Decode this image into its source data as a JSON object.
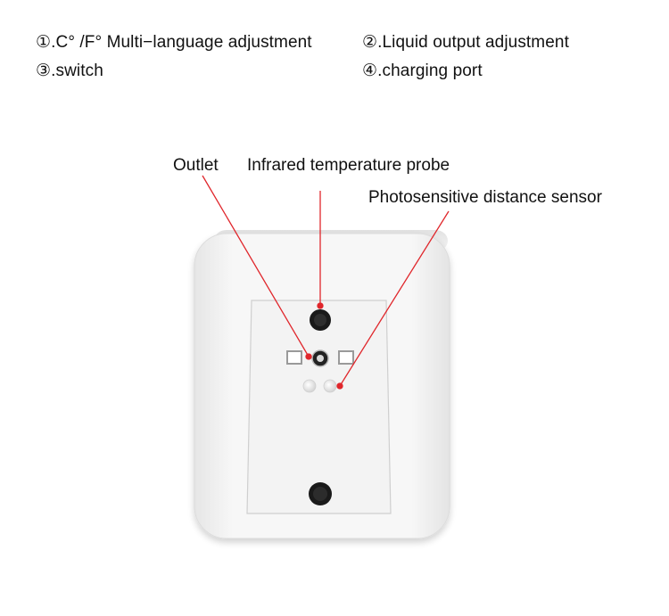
{
  "legend": {
    "item1": "①.C°  /F°   Multi−language adjustment",
    "item2": "②.Liquid output adjustment",
    "item3": "③.switch",
    "item4": "④.charging port"
  },
  "callouts": {
    "outlet": "Outlet",
    "infrared_probe": "Infrared temperature probe",
    "distance_sensor": "Photosensitive distance sensor"
  },
  "colors": {
    "leader_line": "#e0262b",
    "device_body": "#f2f2f2",
    "text": "#111111"
  }
}
